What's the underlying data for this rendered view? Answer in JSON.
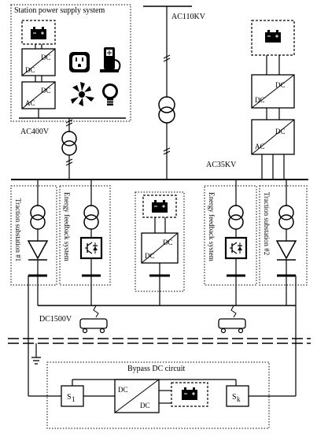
{
  "labels": {
    "station_power": "Station power supply system",
    "ac110": "AC110KV",
    "ac400": "AC400V",
    "ac35": "AC35KV",
    "dc1500": "DC1500V",
    "bypass": "Bypass DC circuit",
    "traction1": "Traction substation #1",
    "traction2": "Traction substation #2",
    "energy_feedback": "Energy feedback system",
    "dc": "DC",
    "ac": "AC",
    "s1": "S",
    "s1_sub": "1",
    "sk": "S",
    "sk_sub": "k"
  },
  "colors": {
    "line": "#000000",
    "background": "#ffffff"
  },
  "icons": [
    "battery-icon",
    "outlet-icon",
    "charging-station-icon",
    "fan-icon",
    "bulb-icon",
    "igbt-icon",
    "diode-icon",
    "transformer-icon",
    "train-icon"
  ]
}
